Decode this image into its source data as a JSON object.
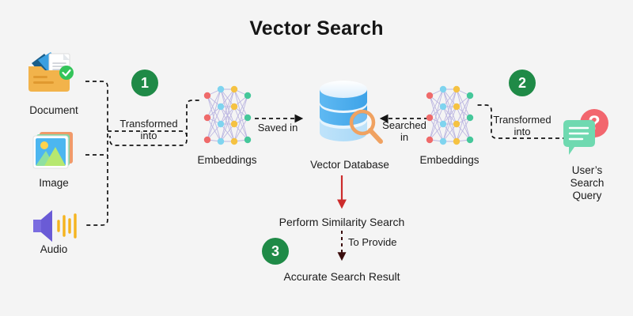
{
  "page": {
    "title": "Vector Search",
    "background": "#f4f4f4",
    "accent_green": "#1f8a47",
    "arrow_red": "#cc2b2b",
    "arrow_dark": "#3a0d0d"
  },
  "sources": [
    {
      "id": "document",
      "label": "Document",
      "icon": "document-folder-check-icon"
    },
    {
      "id": "image",
      "label": "Image",
      "icon": "image-photo-icon"
    },
    {
      "id": "audio",
      "label": "Audio",
      "icon": "audio-speaker-icon"
    }
  ],
  "badges": [
    {
      "id": "step-1",
      "number": "1"
    },
    {
      "id": "step-2",
      "number": "2"
    },
    {
      "id": "step-3",
      "number": "3"
    }
  ],
  "nodes": {
    "embeddings_left": {
      "label": "Embeddings",
      "icon": "neural-network-icon"
    },
    "embeddings_right": {
      "label": "Embeddings",
      "icon": "neural-network-icon"
    },
    "vector_database": {
      "label": "Vector Database",
      "icon": "database-cylinder-search-icon"
    },
    "user_query": {
      "label": "User’s\nSearch\nQuery",
      "label_lines": [
        "User’s",
        "Search",
        "Query"
      ],
      "icon": "chat-bubble-question-icon"
    },
    "similarity_search": {
      "label": "Perform Similarity Search"
    },
    "search_result": {
      "label": "Accurate Search Result"
    }
  },
  "connectors": [
    {
      "id": "sources-to-embeddings",
      "label": "Transformed into",
      "label_lines": [
        "Transformed",
        "into"
      ],
      "style": "dashed"
    },
    {
      "id": "embeddings-to-database",
      "label": "Saved in",
      "label_lines": [
        "Saved in"
      ],
      "style": "dashed-arrow"
    },
    {
      "id": "database-to-embeddings-right",
      "label": "Searched in",
      "label_lines": [
        "Searched",
        "in"
      ],
      "style": "dashed-arrow"
    },
    {
      "id": "query-to-embeddings-right",
      "label": "Transformed into",
      "label_lines": [
        "Transformed",
        "into"
      ],
      "style": "dashed"
    },
    {
      "id": "database-to-similarity",
      "label": "",
      "label_lines": [],
      "style": "solid-arrow-red"
    },
    {
      "id": "similarity-to-result",
      "label": "To Provide",
      "label_lines": [
        "To Provide"
      ],
      "style": "dashed-arrow"
    }
  ],
  "chart_data": {
    "type": "diagram",
    "title": "Vector Search",
    "flow": [
      "Document / Image / Audio",
      "Transformed into",
      "Embeddings",
      "Saved in",
      "Vector Database",
      "Perform Similarity Search",
      "To Provide",
      "Accurate Search Result"
    ],
    "query_flow": [
      "User’s Search Query",
      "Transformed into",
      "Embeddings",
      "Searched in",
      "Vector Database"
    ]
  }
}
